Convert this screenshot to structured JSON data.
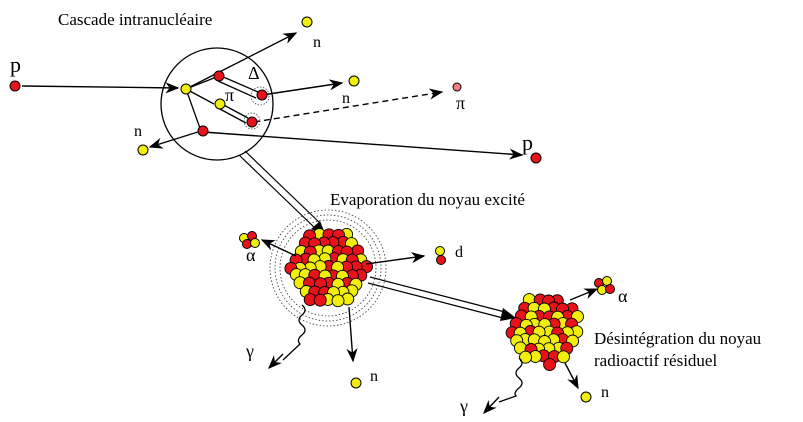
{
  "colors": {
    "proton": "#e8121a",
    "neutron": "#f2ee0c",
    "pion": "#f08080",
    "line": "#000000"
  },
  "labels": {
    "cascade": "Cascade intranucléaire",
    "evaporation": "Evaporation du noyau excité",
    "desintegration_line1": "Désintégration du noyau",
    "desintegration_line2": "radioactif résiduel",
    "incoming_p": "p",
    "n_top": "n",
    "delta": "Δ",
    "pi_inner": "π",
    "n_mid": "n",
    "pi_out": "π",
    "n_left": "n",
    "p_out": "p",
    "alpha_left": "α",
    "d": "d",
    "gamma_1": "γ",
    "n_bottom": "n",
    "alpha_right": "α",
    "gamma_2": "γ",
    "n_right": "n"
  }
}
